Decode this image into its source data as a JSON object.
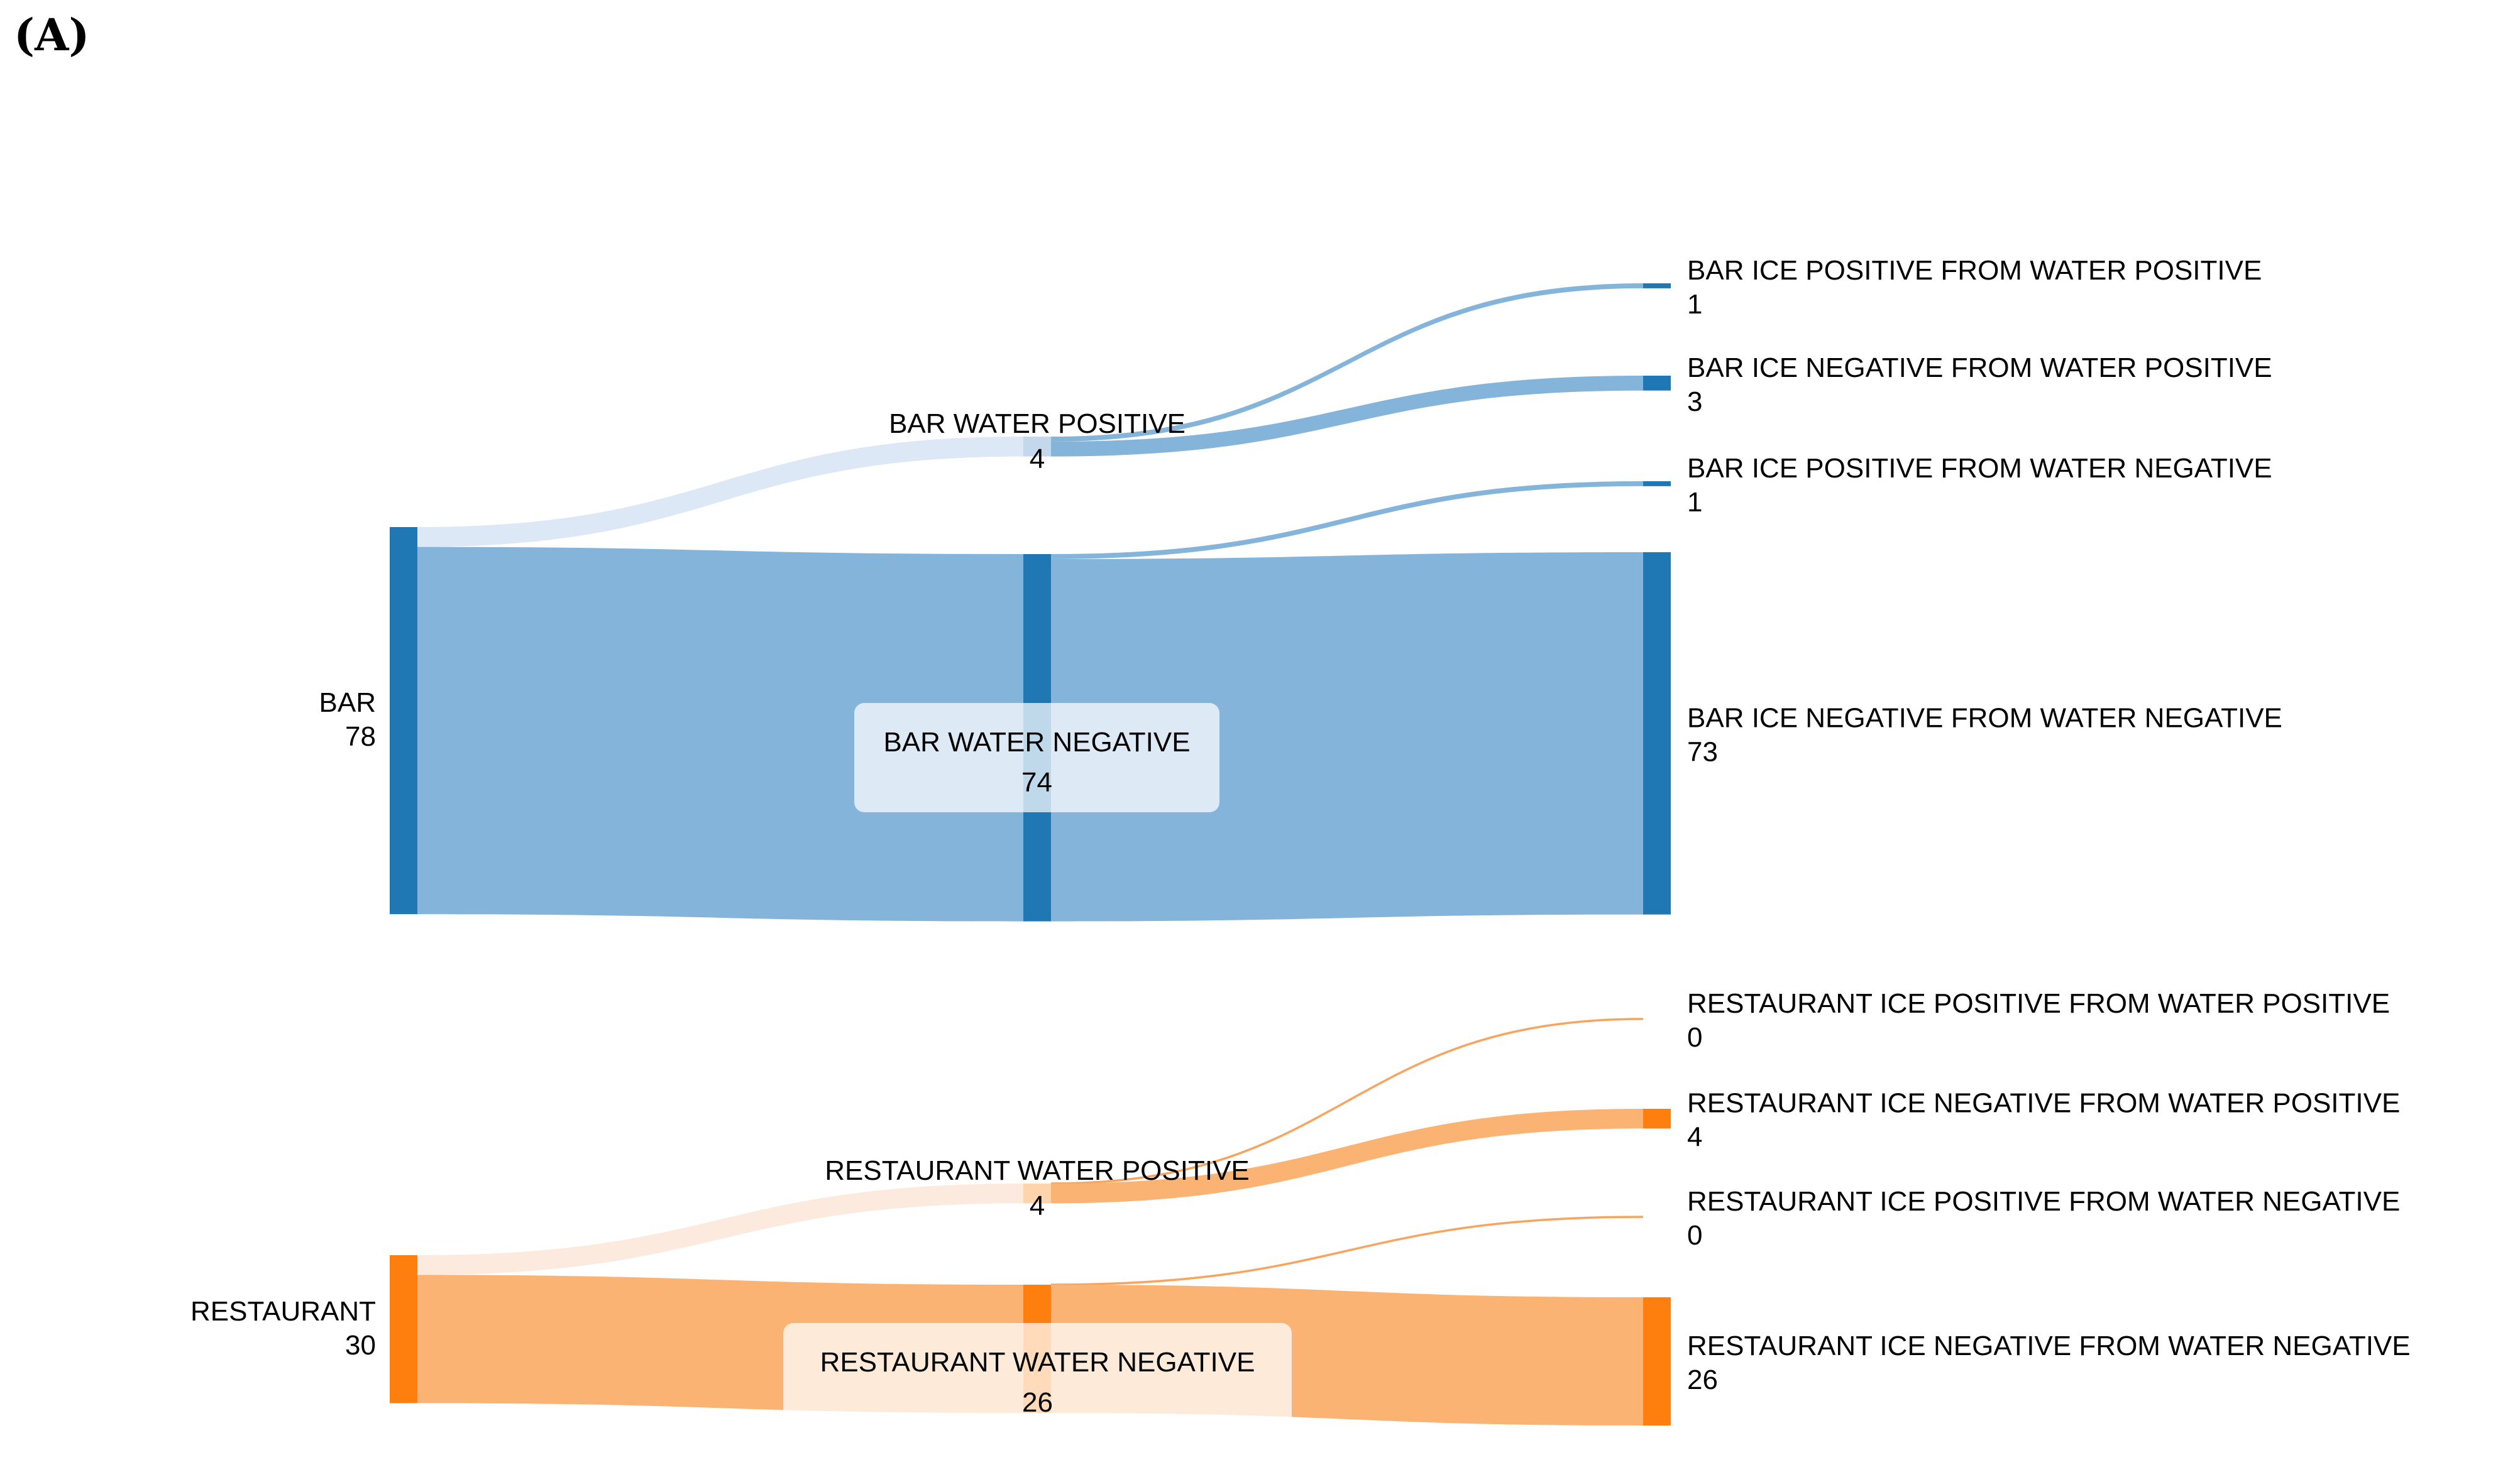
{
  "figure": {
    "panel_label": "(A)"
  },
  "colors": {
    "bar_node": "#1f77b4",
    "bar_node_pale": "#c3d8ec",
    "bar_link": "#84b4d9",
    "bar_link_pale": "#dce8f5",
    "restaurant_node": "#ff7f0e",
    "restaurant_node_pale": "#fdd4ab",
    "restaurant_link": "#fbb374",
    "restaurant_link_pale": "#fdeade",
    "restaurant_zero_link": "#f9a45e",
    "label_box_fill": "rgba(255,255,255,0.72)"
  },
  "chart_data": {
    "type": "sankey",
    "panel": "(A)",
    "diagrams": [
      {
        "name": "bar",
        "nodes": [
          {
            "id": "BAR",
            "label": "BAR",
            "value": 78,
            "palette": "strong"
          },
          {
            "id": "BAR_WATER_POSITIVE",
            "label": "BAR WATER POSITIVE",
            "value": 4,
            "palette": "light"
          },
          {
            "id": "BAR_WATER_NEGATIVE",
            "label": "BAR WATER NEGATIVE",
            "value": 74,
            "palette": "strong"
          },
          {
            "id": "BAR_ICE_POSITIVE_FROM_WATER_POSITIVE",
            "label": "BAR ICE POSITIVE FROM WATER POSITIVE",
            "value": 1,
            "palette": "strong"
          },
          {
            "id": "BAR_ICE_NEGATIVE_FROM_WATER_POSITIVE",
            "label": "BAR ICE NEGATIVE FROM WATER POSITIVE",
            "value": 3,
            "palette": "strong"
          },
          {
            "id": "BAR_ICE_POSITIVE_FROM_WATER_NEGATIVE",
            "label": "BAR ICE POSITIVE FROM WATER NEGATIVE",
            "value": 1,
            "palette": "strong"
          },
          {
            "id": "BAR_ICE_NEGATIVE_FROM_WATER_NEGATIVE",
            "label": "BAR ICE NEGATIVE FROM WATER NEGATIVE",
            "value": 73,
            "palette": "strong"
          }
        ],
        "links": [
          {
            "source": "BAR",
            "target": "BAR_WATER_POSITIVE",
            "value": 4
          },
          {
            "source": "BAR",
            "target": "BAR_WATER_NEGATIVE",
            "value": 74
          },
          {
            "source": "BAR_WATER_POSITIVE",
            "target": "BAR_ICE_POSITIVE_FROM_WATER_POSITIVE",
            "value": 1
          },
          {
            "source": "BAR_WATER_POSITIVE",
            "target": "BAR_ICE_NEGATIVE_FROM_WATER_POSITIVE",
            "value": 3
          },
          {
            "source": "BAR_WATER_NEGATIVE",
            "target": "BAR_ICE_POSITIVE_FROM_WATER_NEGATIVE",
            "value": 1
          },
          {
            "source": "BAR_WATER_NEGATIVE",
            "target": "BAR_ICE_NEGATIVE_FROM_WATER_NEGATIVE",
            "value": 73
          }
        ]
      },
      {
        "name": "restaurant",
        "nodes": [
          {
            "id": "RESTAURANT",
            "label": "RESTAURANT",
            "value": 30,
            "palette": "strong"
          },
          {
            "id": "RESTAURANT_WATER_POSITIVE",
            "label": "RESTAURANT WATER POSITIVE",
            "value": 4,
            "palette": "light"
          },
          {
            "id": "RESTAURANT_WATER_NEGATIVE",
            "label": "RESTAURANT WATER NEGATIVE",
            "value": 26,
            "palette": "strong"
          },
          {
            "id": "RESTAURANT_ICE_POSITIVE_FROM_WATER_POSITIVE",
            "label": "RESTAURANT ICE POSITIVE FROM WATER POSITIVE",
            "value": 0,
            "palette": "strong"
          },
          {
            "id": "RESTAURANT_ICE_NEGATIVE_FROM_WATER_POSITIVE",
            "label": "RESTAURANT ICE NEGATIVE FROM WATER POSITIVE",
            "value": 4,
            "palette": "strong"
          },
          {
            "id": "RESTAURANT_ICE_POSITIVE_FROM_WATER_NEGATIVE",
            "label": "RESTAURANT ICE POSITIVE FROM WATER NEGATIVE",
            "value": 0,
            "palette": "strong"
          },
          {
            "id": "RESTAURANT_ICE_NEGATIVE_FROM_WATER_NEGATIVE",
            "label": "RESTAURANT ICE NEGATIVE FROM WATER NEGATIVE",
            "value": 26,
            "palette": "strong"
          }
        ],
        "links": [
          {
            "source": "RESTAURANT",
            "target": "RESTAURANT_WATER_POSITIVE",
            "value": 4
          },
          {
            "source": "RESTAURANT",
            "target": "RESTAURANT_WATER_NEGATIVE",
            "value": 26
          },
          {
            "source": "RESTAURANT_WATER_POSITIVE",
            "target": "RESTAURANT_ICE_POSITIVE_FROM_WATER_POSITIVE",
            "value": 0
          },
          {
            "source": "RESTAURANT_WATER_POSITIVE",
            "target": "RESTAURANT_ICE_NEGATIVE_FROM_WATER_POSITIVE",
            "value": 4
          },
          {
            "source": "RESTAURANT_WATER_NEGATIVE",
            "target": "RESTAURANT_ICE_POSITIVE_FROM_WATER_NEGATIVE",
            "value": 0
          },
          {
            "source": "RESTAURANT_WATER_NEGATIVE",
            "target": "RESTAURANT_ICE_NEGATIVE_FROM_WATER_NEGATIVE",
            "value": 26
          }
        ]
      }
    ]
  }
}
